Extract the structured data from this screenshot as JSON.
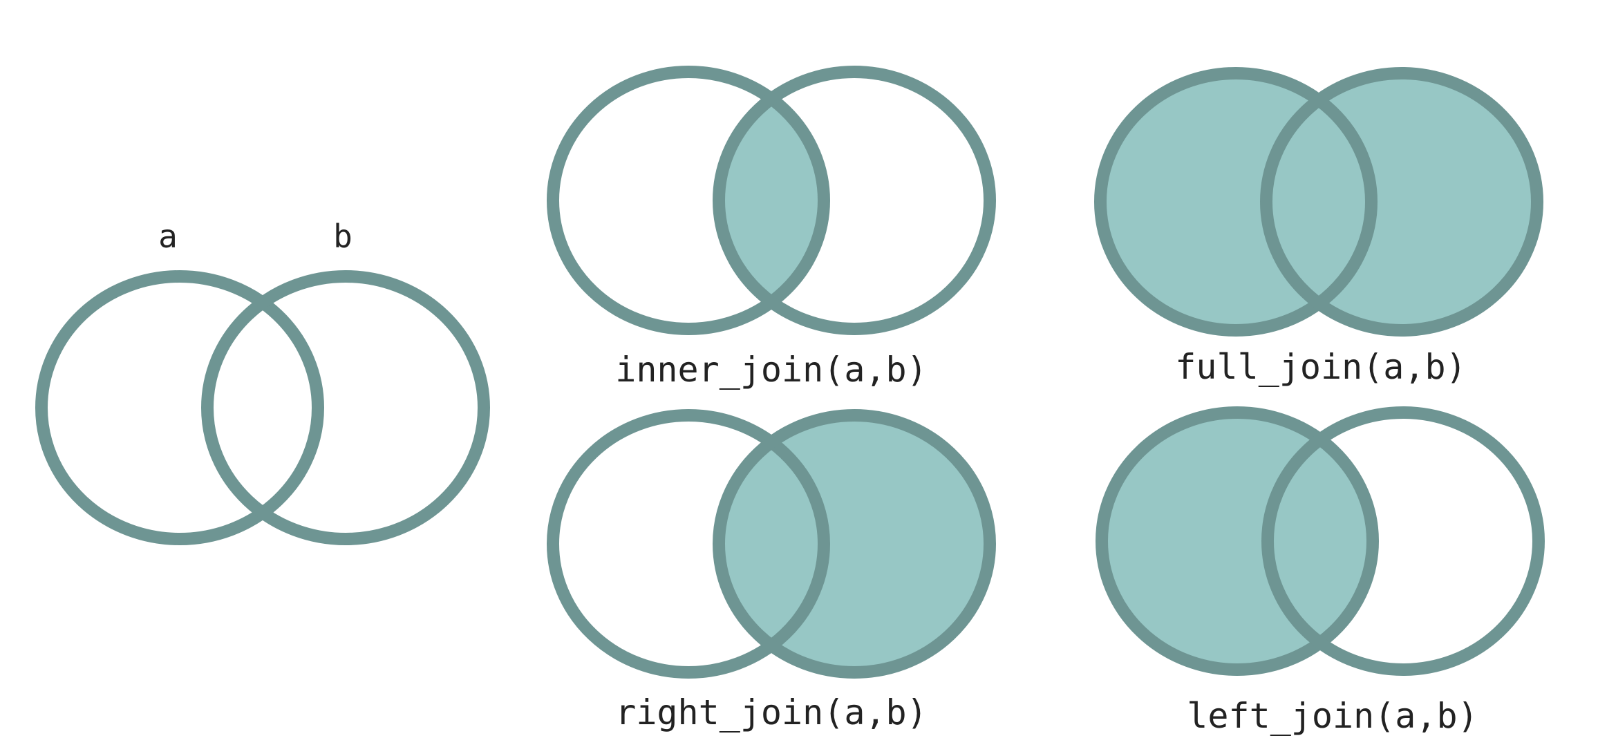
{
  "colors": {
    "stroke": "#6e9593",
    "fill": "#97c7c5",
    "background": "#ffffff",
    "text": "#222222"
  },
  "sets": {
    "a": "a",
    "b": "b"
  },
  "joins": [
    {
      "key": "inner",
      "label": "inner_join(a,b)",
      "shade": "intersection"
    },
    {
      "key": "full",
      "label": "full_join(a,b)",
      "shade": "union"
    },
    {
      "key": "right",
      "label": "right_join(a,b)",
      "shade": "right"
    },
    {
      "key": "left",
      "label": "left_join(a,b)",
      "shade": "left"
    }
  ]
}
